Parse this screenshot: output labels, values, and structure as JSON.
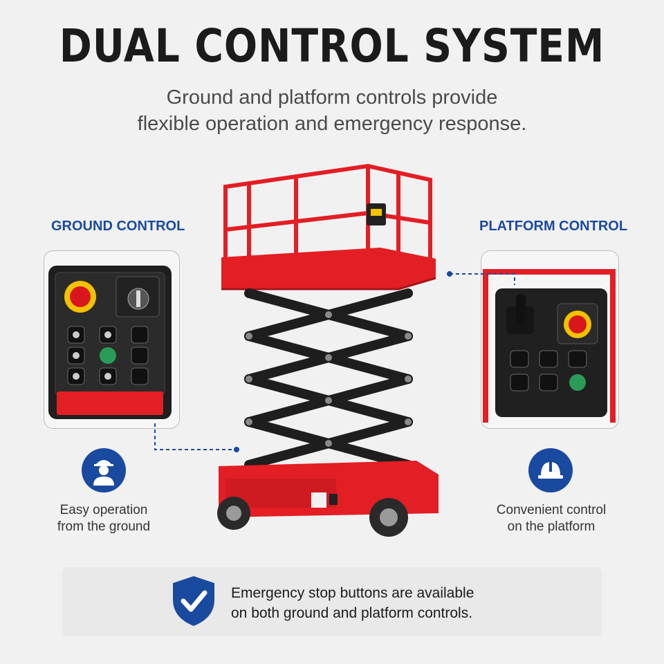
{
  "header": {
    "title": "DUAL CONTROL SYSTEM",
    "subtitle_line1": "Ground and platform controls provide",
    "subtitle_line2": "flexible operation and emergency response."
  },
  "ground": {
    "label": "GROUND CONTROL",
    "feature_line1": "Easy operation",
    "feature_line2": "from the ground",
    "icon": "worker-icon"
  },
  "platform": {
    "label": "PLATFORM CONTROL",
    "feature_line1": "Convenient control",
    "feature_line2": "on the platform",
    "icon": "hard-hat-icon"
  },
  "note": {
    "line1": "Emergency stop buttons are available",
    "line2": "on both ground and platform controls.",
    "icon": "shield-check-icon"
  },
  "colors": {
    "accent_blue": "#1a4aa0",
    "lift_red": "#e31e24",
    "scissor_black": "#1e1e1e"
  }
}
